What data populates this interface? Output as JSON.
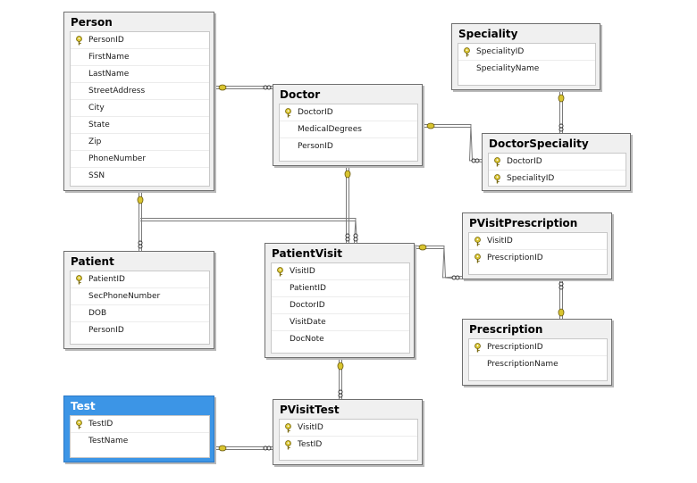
{
  "tables": [
    {
      "id": "person",
      "title": "Person",
      "selected": false,
      "columns": [
        {
          "name": "PersonID",
          "key": true
        },
        {
          "name": "FirstName",
          "key": false
        },
        {
          "name": "LastName",
          "key": false
        },
        {
          "name": "StreetAddress",
          "key": false
        },
        {
          "name": "City",
          "key": false
        },
        {
          "name": "State",
          "key": false
        },
        {
          "name": "Zip",
          "key": false
        },
        {
          "name": "PhoneNumber",
          "key": false
        },
        {
          "name": "SSN",
          "key": false
        }
      ]
    },
    {
      "id": "doctor",
      "title": "Doctor",
      "selected": false,
      "columns": [
        {
          "name": "DoctorID",
          "key": true
        },
        {
          "name": "MedicalDegrees",
          "key": false
        },
        {
          "name": "PersonID",
          "key": false
        }
      ]
    },
    {
      "id": "speciality",
      "title": "Speciality",
      "selected": false,
      "columns": [
        {
          "name": "SpecialityID",
          "key": true
        },
        {
          "name": "SpecialityName",
          "key": false
        }
      ]
    },
    {
      "id": "doctorspeciality",
      "title": "DoctorSpeciality",
      "selected": false,
      "columns": [
        {
          "name": "DoctorID",
          "key": true
        },
        {
          "name": "SpecialityID",
          "key": true
        }
      ]
    },
    {
      "id": "patient",
      "title": "Patient",
      "selected": false,
      "columns": [
        {
          "name": "PatientID",
          "key": true
        },
        {
          "name": "SecPhoneNumber",
          "key": false
        },
        {
          "name": "DOB",
          "key": false
        },
        {
          "name": "PersonID",
          "key": false
        }
      ]
    },
    {
      "id": "patientvisit",
      "title": "PatientVisit",
      "selected": false,
      "columns": [
        {
          "name": "VisitID",
          "key": true
        },
        {
          "name": "PatientID",
          "key": false
        },
        {
          "name": "DoctorID",
          "key": false
        },
        {
          "name": "VisitDate",
          "key": false
        },
        {
          "name": "DocNote",
          "key": false
        }
      ]
    },
    {
      "id": "pvisitprescription",
      "title": "PVisitPrescription",
      "selected": false,
      "columns": [
        {
          "name": "VisitID",
          "key": true
        },
        {
          "name": "PrescriptionID",
          "key": true
        }
      ]
    },
    {
      "id": "prescription",
      "title": "Prescription",
      "selected": false,
      "columns": [
        {
          "name": "PrescriptionID",
          "key": true
        },
        {
          "name": "PrescriptionName",
          "key": false
        }
      ]
    },
    {
      "id": "test",
      "title": "Test",
      "selected": true,
      "columns": [
        {
          "name": "TestID",
          "key": true
        },
        {
          "name": "TestName",
          "key": false
        }
      ]
    },
    {
      "id": "pvisittest",
      "title": "PVisitTest",
      "selected": false,
      "columns": [
        {
          "name": "VisitID",
          "key": true
        },
        {
          "name": "TestID",
          "key": true
        }
      ]
    }
  ],
  "relationships": [
    {
      "from": "person",
      "to": "doctor"
    },
    {
      "from": "person",
      "to": "patient"
    },
    {
      "from": "person",
      "to": "patientvisit"
    },
    {
      "from": "doctor",
      "to": "patientvisit"
    },
    {
      "from": "doctor",
      "to": "doctorspeciality"
    },
    {
      "from": "speciality",
      "to": "doctorspeciality"
    },
    {
      "from": "patientvisit",
      "to": "pvisitprescription"
    },
    {
      "from": "prescription",
      "to": "pvisitprescription"
    },
    {
      "from": "patientvisit",
      "to": "pvisittest"
    },
    {
      "from": "test",
      "to": "pvisittest"
    }
  ],
  "colors": {
    "key_icon": "#d8c430",
    "connector": "#7a7a7a",
    "selected_title": "#3c95e6"
  }
}
